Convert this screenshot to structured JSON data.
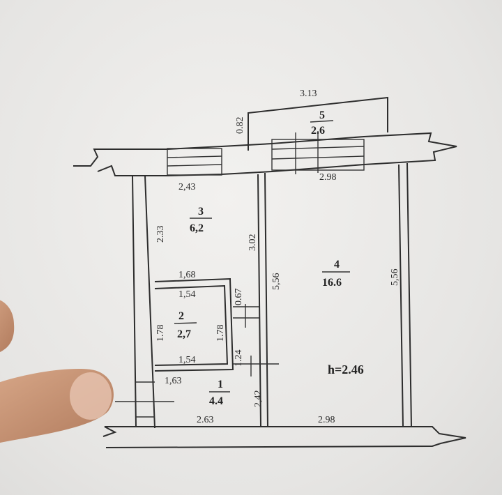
{
  "rooms": [
    {
      "number": "1",
      "area": "4.4"
    },
    {
      "number": "2",
      "area": "2,7"
    },
    {
      "number": "3",
      "area": "6,2"
    },
    {
      "number": "4",
      "area": "16.6"
    },
    {
      "number": "5",
      "area": "2.6"
    }
  ],
  "height_label": "h=2.46",
  "dimensions": {
    "balcony_width": "3.13",
    "balcony_depth": "0.82",
    "room3_width": "2,43",
    "room3_depth": "2.33",
    "room3_side": "3.02",
    "room4_top": "2.98",
    "room4_bottom": "2.98",
    "room4_left": "5,56",
    "room4_right": "5,56",
    "room2_top_outer": "1,68",
    "room2_top_inner": "1,54",
    "room2_bottom": "1,54",
    "room2_left": "1.78",
    "room2_right": "1.78",
    "room2_door": "0.67",
    "room2_side": "1.24",
    "room1_top": "1,63",
    "room1_bottom": "2.63",
    "room1_side": "2,42"
  }
}
